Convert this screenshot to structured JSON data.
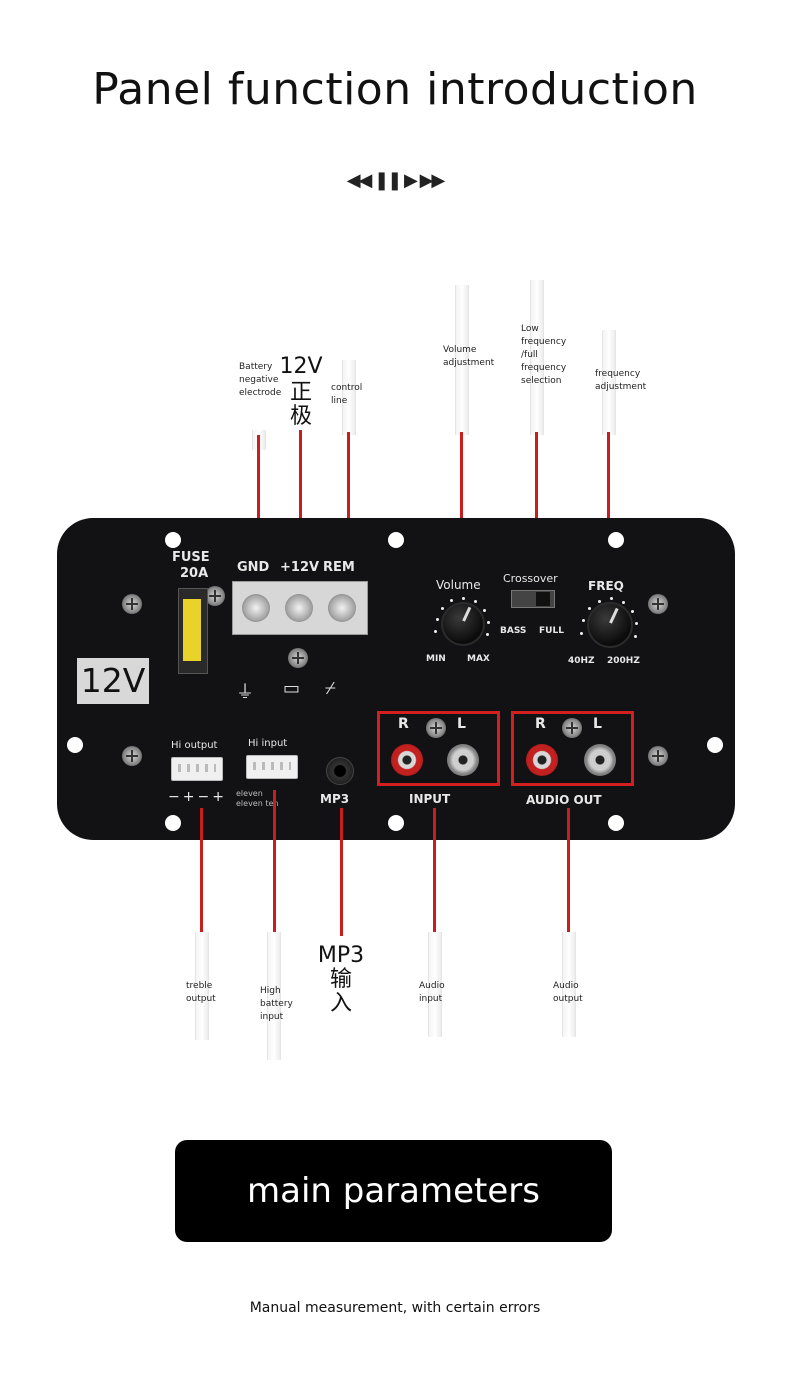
{
  "page": {
    "title": "Panel function introduction",
    "media_controls": "◀◀ ❚❚ ▶ ▶▶"
  },
  "callouts_top": {
    "battery_negative": "Battery negative electrode",
    "positive_12v": "12V",
    "positive_cn": "正\n极",
    "control_line": "control line",
    "volume_adjustment": "Volume adjustment",
    "low_frequency": "Low frequency /full frequency selection",
    "frequency_adjustment": "frequency adjustment"
  },
  "board": {
    "fuse_label": "FUSE",
    "fuse_value": "20A",
    "badge": "12V",
    "gnd": "GND",
    "plus12v": "+12V",
    "rem": "REM",
    "volume": "Volume",
    "vol_min": "MIN",
    "vol_max": "MAX",
    "crossover": "Crossover",
    "bass": "BASS",
    "full": "FULL",
    "freq": "FREQ",
    "freq_40": "40HZ",
    "freq_200": "200HZ",
    "hi_output": "Hi output",
    "hi_output_pins": "−+−+",
    "hi_input": "Hi  input",
    "hi_input_note1": "eleven",
    "hi_input_note2": "eleven ten",
    "mp3": "MP3",
    "r1": "R",
    "l1": "L",
    "input": "INPUT",
    "r2": "R",
    "l2": "L",
    "audio_out": "AUDIO  OUT"
  },
  "callouts_bottom": {
    "treble_output": "treble output",
    "high_battery_input": "High battery input",
    "mp3_title": "MP3",
    "mp3_cn": "输\n入",
    "audio_input": "Audio input",
    "audio_output": "Audio output"
  },
  "params": {
    "bar_label": "main parameters",
    "note": "Manual measurement, with certain errors"
  }
}
